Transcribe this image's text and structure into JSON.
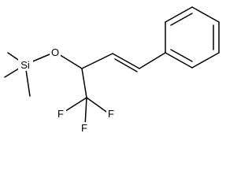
{
  "structure": {
    "atoms": {
      "si": "Si",
      "o": "O",
      "f_left": "F",
      "f_right": "F",
      "f_bottom": "F"
    },
    "colors": {
      "bond": "#000000",
      "label": "#000000",
      "background": "#ffffff"
    }
  }
}
